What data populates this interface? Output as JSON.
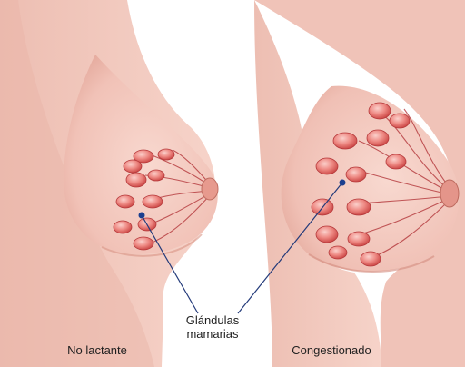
{
  "labels": {
    "pointer_line1": "Glándulas",
    "pointer_line2": "mamarias",
    "left_caption": "No lactante",
    "right_caption": "Congestionado"
  },
  "colors": {
    "skin": "#f3c9bf",
    "skin_shadow": "#e4a59a",
    "gland": "#d9534f",
    "gland_light": "#f4a6a0",
    "duct": "#b3363a",
    "pointer_line": "#233a7a",
    "pointer_dot": "#1c3f8f"
  }
}
